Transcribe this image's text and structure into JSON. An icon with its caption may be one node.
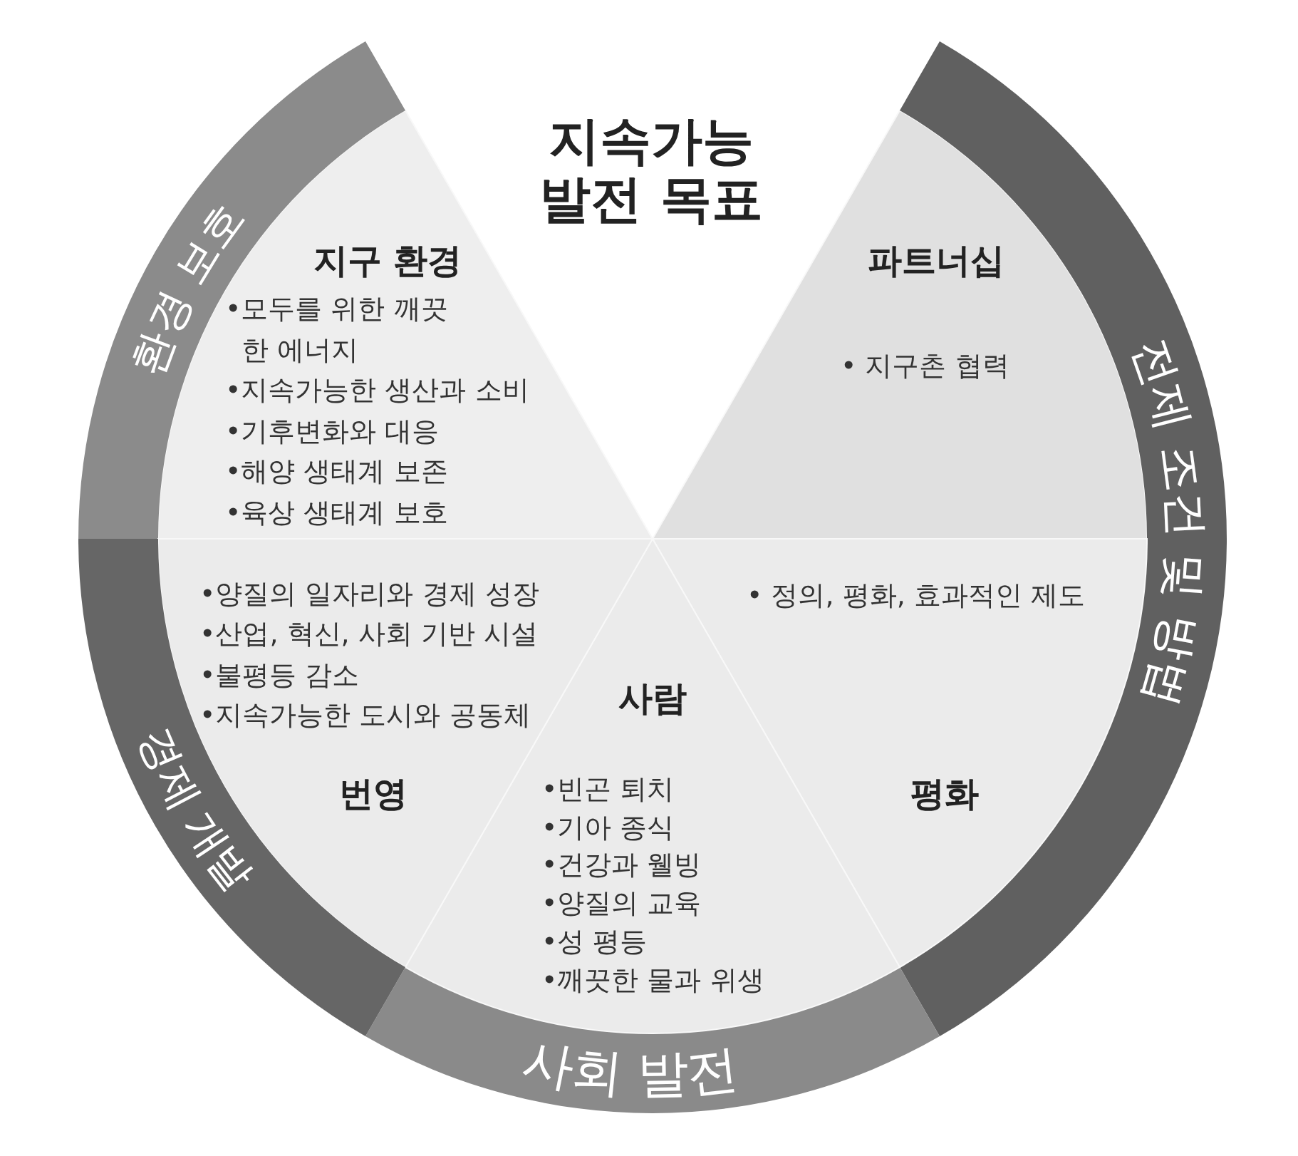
{
  "diagram": {
    "title": "지속가능 발전 목표",
    "nodes": [
      {
        "text": [
          "환경 보호"
        ]
      },
      {
        "text": [
          "지구 환경",
          "•모두를 위한 깨끗한 에너지",
          "•지속가능한 생산과 소비",
          "•기후변화와 대응",
          "•해양 생태계 보존",
          "•육상 생태계 보호"
        ]
      },
      {
        "text": [
          "전제 조건 및 방법"
        ]
      },
      {
        "text": [
          "파트너십",
          "• 지구촌 협력"
        ]
      },
      {
        "text": [
          "경제 개발"
        ]
      },
      {
        "text": [
          "•양질의 일자리와 경제 성장",
          "•산업, 혁신, 사회 기반 시설",
          "•불평등 감소",
          "•지속가능한 도시와 공동체",
          "번영"
        ]
      },
      {
        "text": [
          "사람",
          "•빈곤 퇴치",
          "•기아 종식",
          "•건강과 웰빙",
          "•양질의 교육",
          "•성 평등",
          "•깨끗한 물과 위생"
        ]
      },
      {
        "text": [
          "• 정의, 평화, 효과적인 제도",
          "평화"
        ]
      },
      {
        "text": [
          "사회 발전"
        ]
      }
    ]
  }
}
